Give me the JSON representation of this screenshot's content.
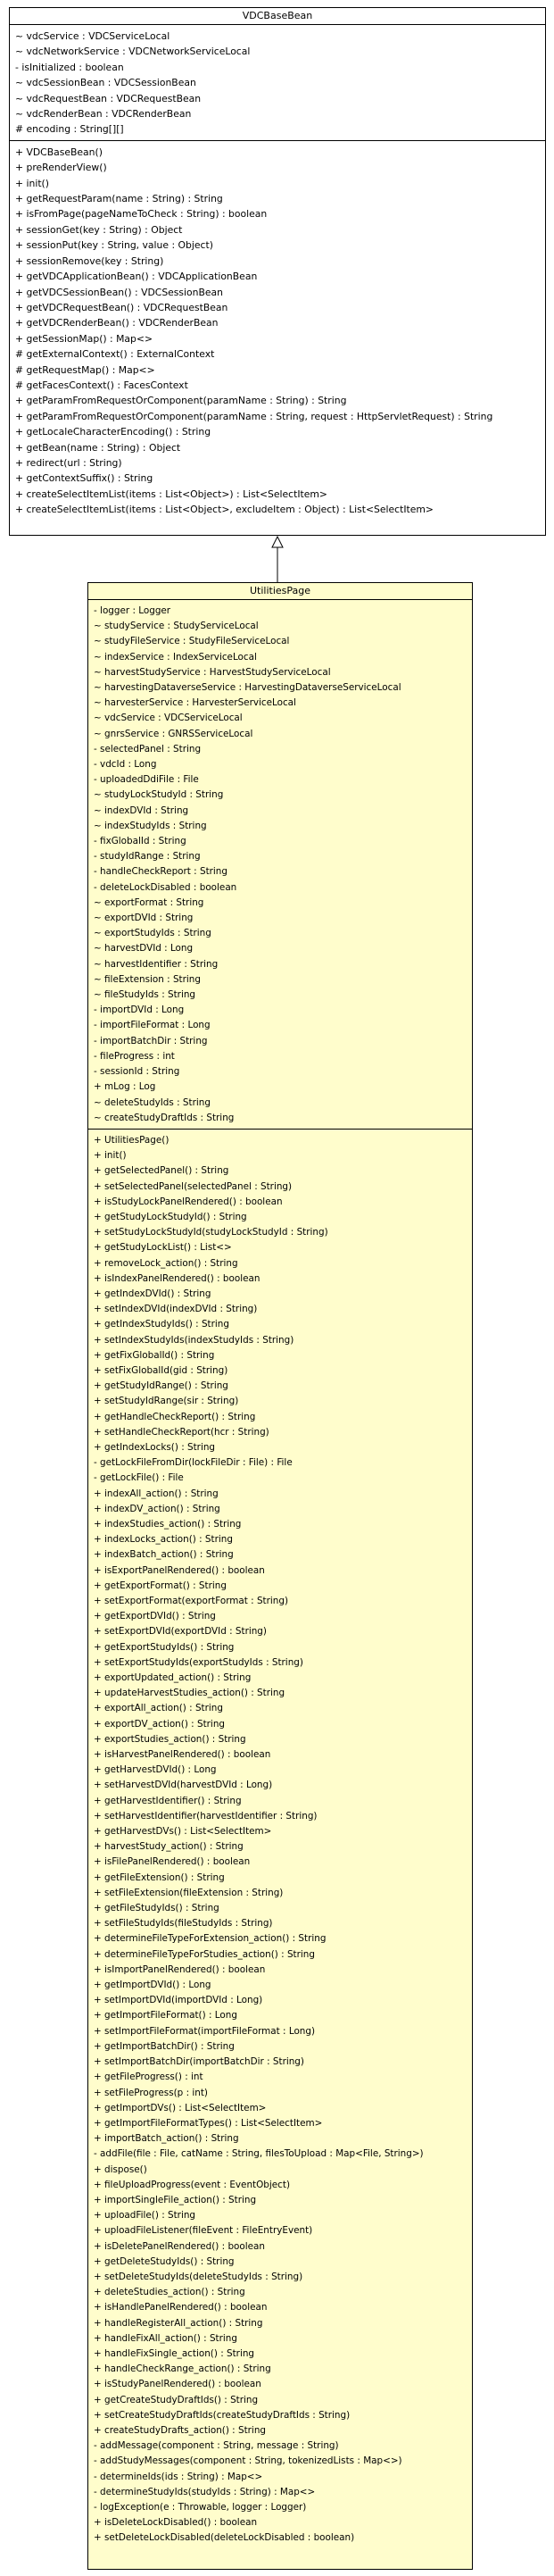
{
  "base_class": {
    "name": "VDCBaseBean",
    "attributes": [
      "~ vdcService : VDCServiceLocal",
      "~ vdcNetworkService : VDCNetworkServiceLocal",
      "- isInitialized : boolean",
      "~ vdcSessionBean : VDCSessionBean",
      "~ vdcRequestBean : VDCRequestBean",
      "~ vdcRenderBean : VDCRenderBean",
      "# encoding : String[][]"
    ],
    "operations": [
      "+ VDCBaseBean()",
      "+ preRenderView()",
      "+ init()",
      "+ getRequestParam(name : String) : String",
      "+ isFromPage(pageNameToCheck : String) : boolean",
      "+ sessionGet(key : String) : Object",
      "+ sessionPut(key : String, value : Object)",
      "+ sessionRemove(key : String)",
      "+ getVDCApplicationBean() : VDCApplicationBean",
      "+ getVDCSessionBean() : VDCSessionBean",
      "+ getVDCRequestBean() : VDCRequestBean",
      "+ getVDCRenderBean() : VDCRenderBean",
      "+ getSessionMap() : Map<>",
      "# getExternalContext() : ExternalContext",
      "# getRequestMap() : Map<>",
      "# getFacesContext() : FacesContext",
      "+ getParamFromRequestOrComponent(paramName : String) : String",
      "+ getParamFromRequestOrComponent(paramName : String, request : HttpServletRequest) : String",
      "+ getLocaleCharacterEncoding() : String",
      "+ getBean(name : String) : Object",
      "+ redirect(url : String)",
      "+ getContextSuffix() : String",
      "+ createSelectItemList(items : List<Object>) : List<SelectItem>",
      "+ createSelectItemList(items : List<Object>, excludeItem : Object) : List<SelectItem>"
    ]
  },
  "derived_class": {
    "name": "UtilitiesPage",
    "attributes": [
      "- logger : Logger",
      "~ studyService : StudyServiceLocal",
      "~ studyFileService : StudyFileServiceLocal",
      "~ indexService : IndexServiceLocal",
      "~ harvestStudyService : HarvestStudyServiceLocal",
      "~ harvestingDataverseService : HarvestingDataverseServiceLocal",
      "~ harvesterService : HarvesterServiceLocal",
      "~ vdcService : VDCServiceLocal",
      "~ gnrsService : GNRSServiceLocal",
      "- selectedPanel : String",
      "- vdcId : Long",
      "- uploadedDdiFile : File",
      "~ studyLockStudyId : String",
      "~ indexDVId : String",
      "~ indexStudyIds : String",
      "- fixGlobalId : String",
      "- studyIdRange : String",
      "- handleCheckReport : String",
      "- deleteLockDisabled : boolean",
      "~ exportFormat : String",
      "~ exportDVId : String",
      "~ exportStudyIds : String",
      "~ harvestDVId : Long",
      "~ harvestIdentifier : String",
      "~ fileExtension : String",
      "~ fileStudyIds : String",
      "- importDVId : Long",
      "- importFileFormat : Long",
      "- importBatchDir : String",
      "- fileProgress : int",
      "- sessionId : String",
      "+ mLog : Log",
      "~ deleteStudyIds : String",
      "~ createStudyDraftIds : String"
    ],
    "operations": [
      "+ UtilitiesPage()",
      "+ init()",
      "+ getSelectedPanel() : String",
      "+ setSelectedPanel(selectedPanel : String)",
      "+ isStudyLockPanelRendered() : boolean",
      "+ getStudyLockStudyId() : String",
      "+ setStudyLockStudyId(studyLockStudyId : String)",
      "+ getStudyLockList() : List<>",
      "+ removeLock_action() : String",
      "+ isIndexPanelRendered() : boolean",
      "+ getIndexDVId() : String",
      "+ setIndexDVId(indexDVId : String)",
      "+ getIndexStudyIds() : String",
      "+ setIndexStudyIds(indexStudyIds : String)",
      "+ getFixGlobalId() : String",
      "+ setFixGlobalId(gid : String)",
      "+ getStudyIdRange() : String",
      "+ setStudyIdRange(sir : String)",
      "+ getHandleCheckReport() : String",
      "+ setHandleCheckReport(hcr : String)",
      "+ getIndexLocks() : String",
      "- getLockFileFromDir(lockFileDir : File) : File",
      "- getLockFile() : File",
      "+ indexAll_action() : String",
      "+ indexDV_action() : String",
      "+ indexStudies_action() : String",
      "+ indexLocks_action() : String",
      "+ indexBatch_action() : String",
      "+ isExportPanelRendered() : boolean",
      "+ getExportFormat() : String",
      "+ setExportFormat(exportFormat : String)",
      "+ getExportDVId() : String",
      "+ setExportDVId(exportDVId : String)",
      "+ getExportStudyIds() : String",
      "+ setExportStudyIds(exportStudyIds : String)",
      "+ exportUpdated_action() : String",
      "+ updateHarvestStudies_action() : String",
      "+ exportAll_action() : String",
      "+ exportDV_action() : String",
      "+ exportStudies_action() : String",
      "+ isHarvestPanelRendered() : boolean",
      "+ getHarvestDVId() : Long",
      "+ setHarvestDVId(harvestDVId : Long)",
      "+ getHarvestIdentifier() : String",
      "+ setHarvestIdentifier(harvestIdentifier : String)",
      "+ getHarvestDVs() : List<SelectItem>",
      "+ harvestStudy_action() : String",
      "+ isFilePanelRendered() : boolean",
      "+ getFileExtension() : String",
      "+ setFileExtension(fileExtension : String)",
      "+ getFileStudyIds() : String",
      "+ setFileStudyIds(fileStudyIds : String)",
      "+ determineFileTypeForExtension_action() : String",
      "+ determineFileTypeForStudies_action() : String",
      "+ isImportPanelRendered() : boolean",
      "+ getImportDVId() : Long",
      "+ setImportDVId(importDVId : Long)",
      "+ getImportFileFormat() : Long",
      "+ setImportFileFormat(importFileFormat : Long)",
      "+ getImportBatchDir() : String",
      "+ setImportBatchDir(importBatchDir : String)",
      "+ getFileProgress() : int",
      "+ setFileProgress(p : int)",
      "+ getImportDVs() : List<SelectItem>",
      "+ getImportFileFormatTypes() : List<SelectItem>",
      "+ importBatch_action() : String",
      "- addFile(file : File, catName : String, filesToUpload : Map<File, String>)",
      "+ dispose()",
      "+ fileUploadProgress(event : EventObject)",
      "+ importSingleFile_action() : String",
      "+ uploadFile() : String",
      "+ uploadFileListener(fileEvent : FileEntryEvent)",
      "+ isDeletePanelRendered() : boolean",
      "+ getDeleteStudyIds() : String",
      "+ setDeleteStudyIds(deleteStudyIds : String)",
      "+ deleteStudies_action() : String",
      "+ isHandlePanelRendered() : boolean",
      "+ handleRegisterAll_action() : String",
      "+ handleFixAll_action() : String",
      "+ handleFixSingle_action() : String",
      "+ handleCheckRange_action() : String",
      "+ isStudyPanelRendered() : boolean",
      "+ getCreateStudyDraftIds() : String",
      "+ setCreateStudyDraftIds(createStudyDraftIds : String)",
      "+ createStudyDrafts_action() : String",
      "- addMessage(component : String, message : String)",
      "- addStudyMessages(component : String, tokenizedLists : Map<>)",
      "- determineIds(ids : String) : Map<>",
      "- determineStudyIds(studyIds : String) : Map<>",
      "- logException(e : Throwable, logger : Logger)",
      "+ isDeleteLockDisabled() : boolean",
      "+ setDeleteLockDisabled(deleteLockDisabled : boolean)"
    ]
  }
}
